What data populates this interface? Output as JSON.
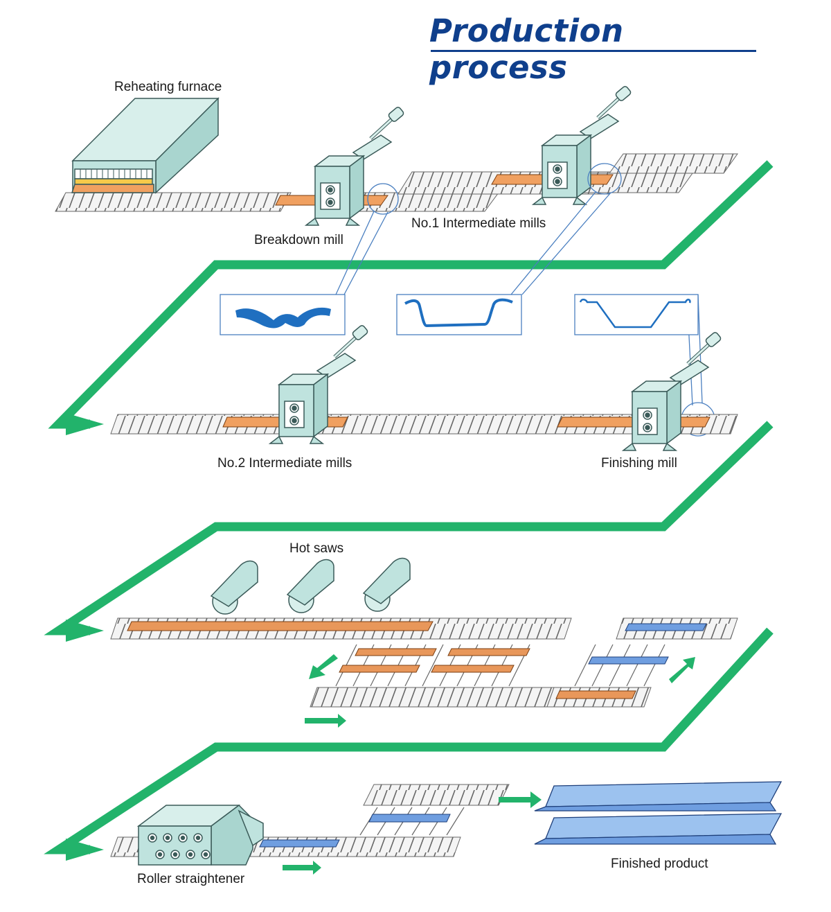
{
  "title": "Production process",
  "labels": {
    "reheating_furnace": "Reheating furnace",
    "breakdown_mill": "Breakdown mill",
    "no1_intermediate": "No.1 Intermediate mills",
    "no2_intermediate": "No.2 Intermediate mills",
    "finishing_mill": "Finishing mill",
    "hot_saws": "Hot saws",
    "roller_straightener": "Roller straightener",
    "finished_product": "Finished product"
  },
  "colors": {
    "title": "#0f3f8c",
    "flow_arrow": "#22b36b",
    "machine": "#bfe3de",
    "machine_stroke": "#3a5a58",
    "hot_bar": "#f0a060",
    "cold_bar": "#6f9ee0",
    "profile": "#1f6fc0",
    "roller": "#ffffff",
    "roller_stroke": "#555555"
  }
}
